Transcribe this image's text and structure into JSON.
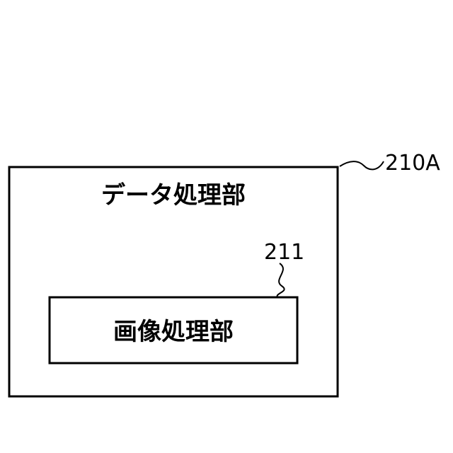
{
  "outer_block": {
    "ref": "210A",
    "label": "データ処理部"
  },
  "inner_block": {
    "ref": "211",
    "label": "画像処理部"
  }
}
